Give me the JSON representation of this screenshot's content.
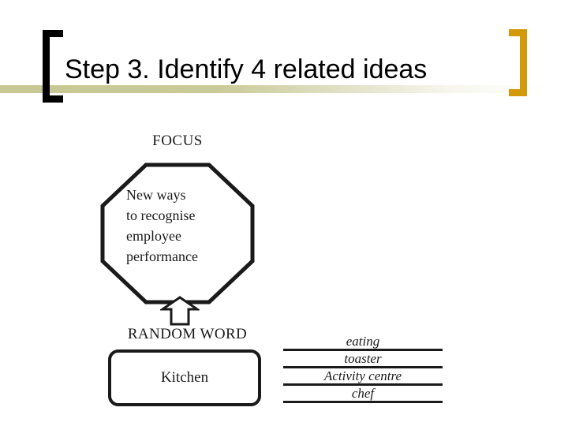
{
  "slide": {
    "title": "Step 3. Identify 4 related ideas",
    "background_color": "#ffffff",
    "band_color": "#c7c894",
    "left_bracket_color": "#000000",
    "right_bracket_color": "#d29a0b"
  },
  "focus": {
    "label": "FOCUS",
    "statement": "New ways\nto recognise\nemployee\nperformance"
  },
  "arrow": {
    "icon": "up-arrow-icon"
  },
  "random_word": {
    "label": "RANDOM WORD",
    "value": "Kitchen"
  },
  "associations": {
    "items": [
      {
        "text": "eating"
      },
      {
        "text": "toaster"
      },
      {
        "text": "Activity centre"
      },
      {
        "text": "chef"
      }
    ]
  }
}
